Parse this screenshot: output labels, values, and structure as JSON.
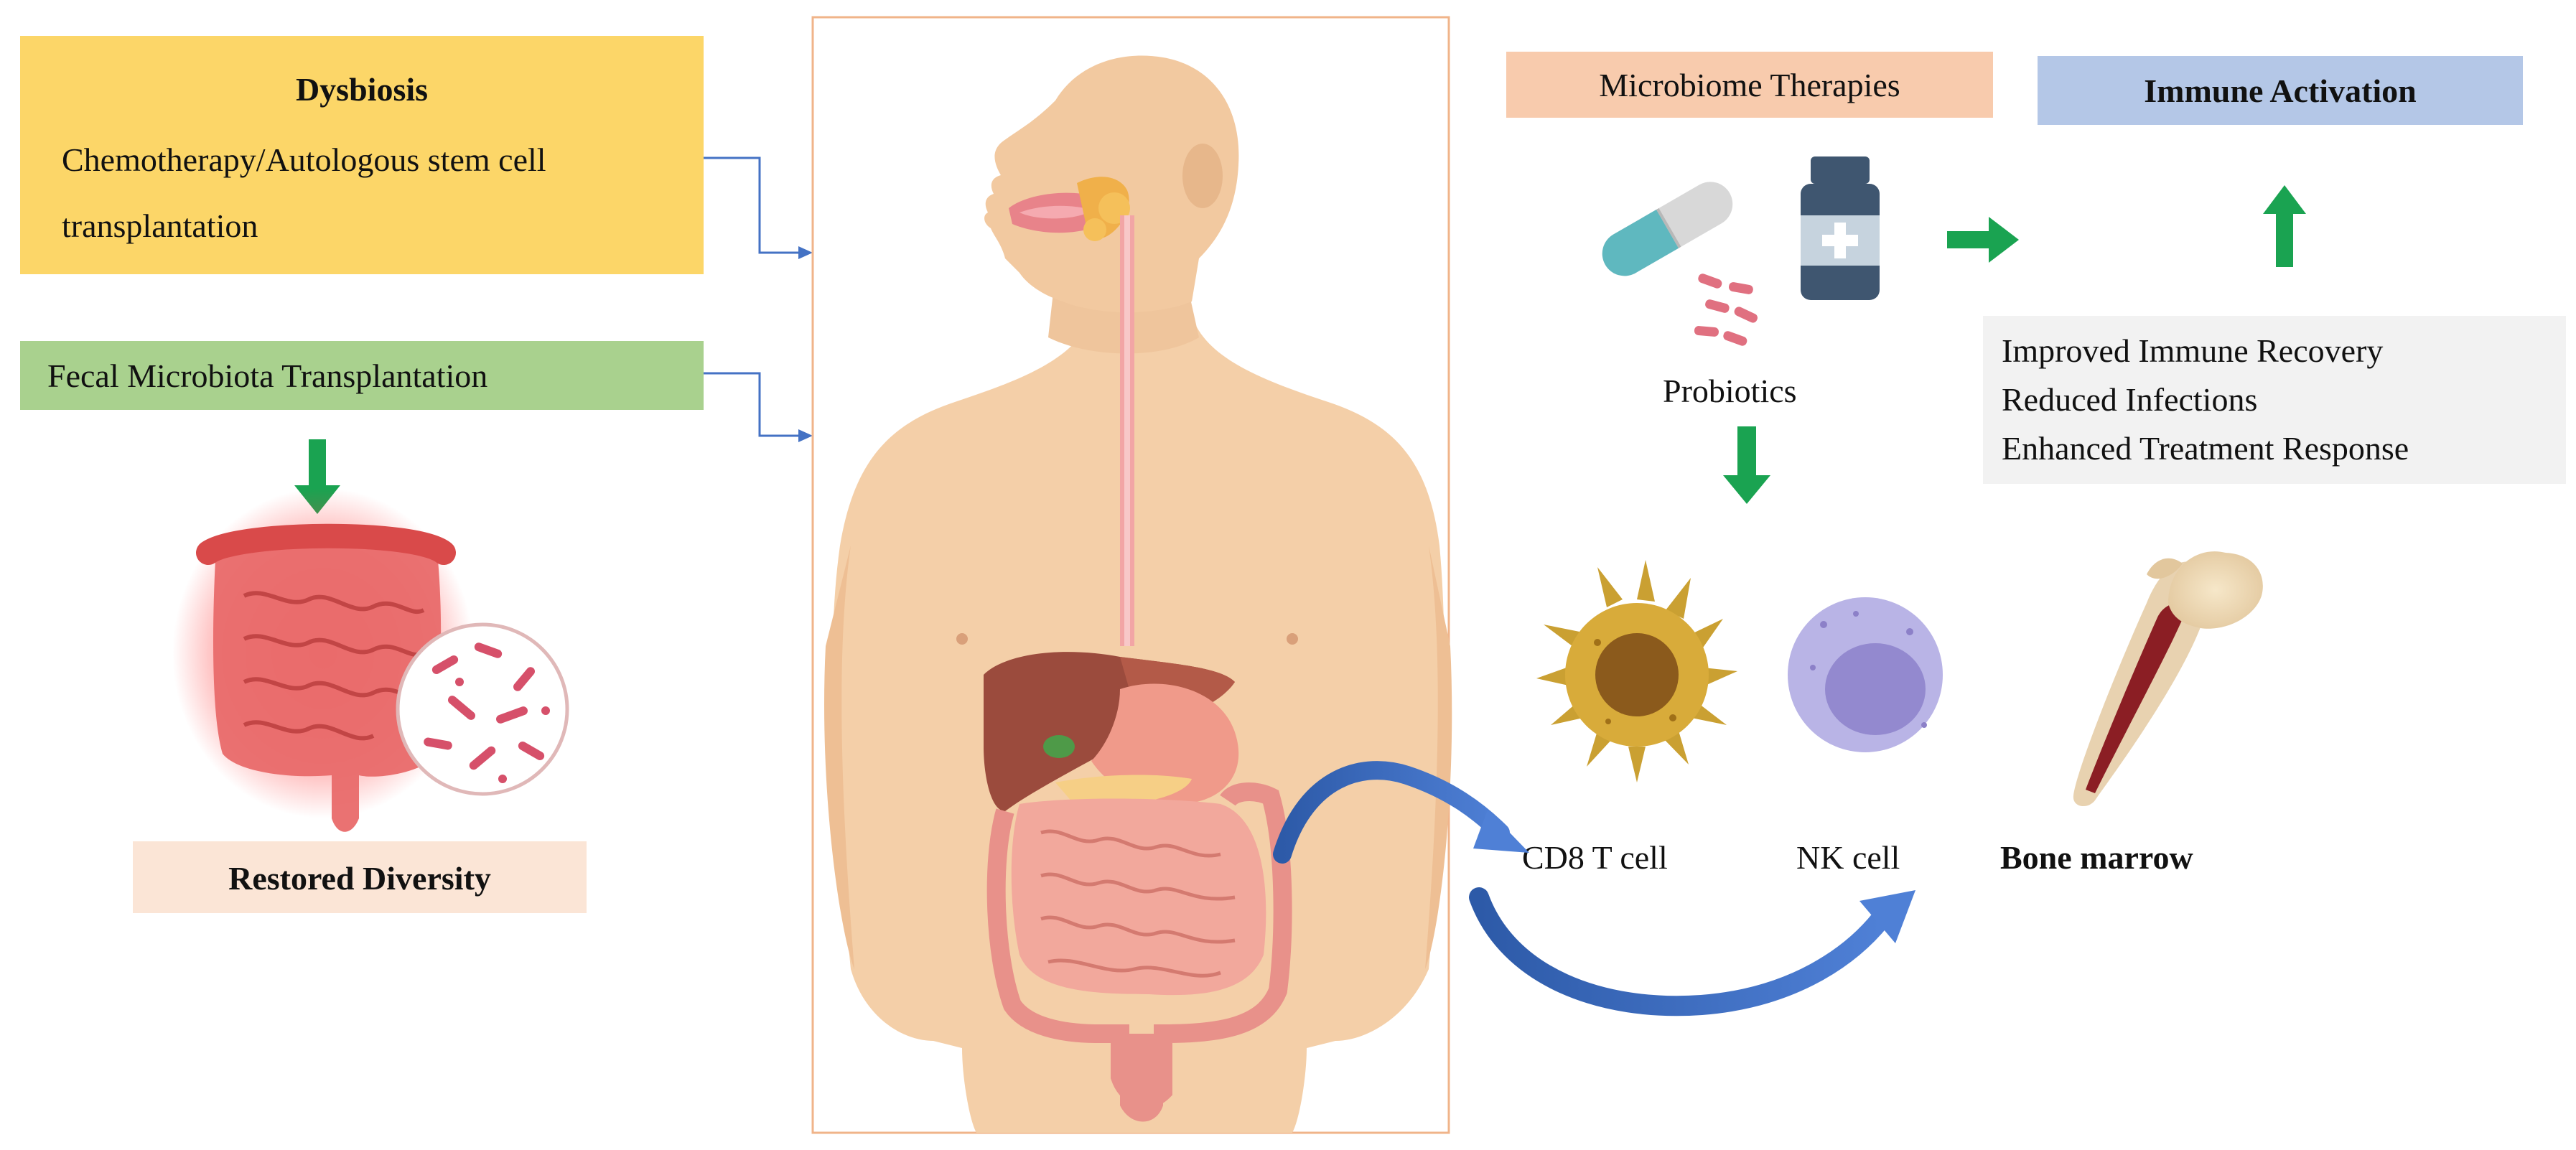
{
  "dysbiosis": {
    "title": "Dysbiosis",
    "line1": "Chemotherapy/Autologous stem cell",
    "line2": "transplantation"
  },
  "fmt": {
    "label": "Fecal Microbiota Transplantation"
  },
  "restored": {
    "label": "Restored Diversity"
  },
  "therapies": {
    "label": "Microbiome Therapies"
  },
  "immune": {
    "label": "Immune Activation"
  },
  "probiotics": {
    "label": "Probiotics"
  },
  "benefits": {
    "items": [
      "Improved Immune Recovery",
      "Reduced Infections",
      "Enhanced Treatment Response"
    ]
  },
  "cells": {
    "cd8": "CD8 T cell",
    "nk": "NK cell",
    "bone": "Bone marrow"
  },
  "colors": {
    "dysbiosis_bg": "#fcd668",
    "fmt_bg": "#a9d18e",
    "restored_bg": "#fbe5d6",
    "therapies_bg": "#f8cbad",
    "immune_bg": "#b4c7e7",
    "benefits_bg": "#f2f2f2",
    "green_arrow": "#1aa351",
    "blue_arrow": "#3a6bc4",
    "frame": "#f0b48a",
    "skin": "#f4cfa8"
  }
}
